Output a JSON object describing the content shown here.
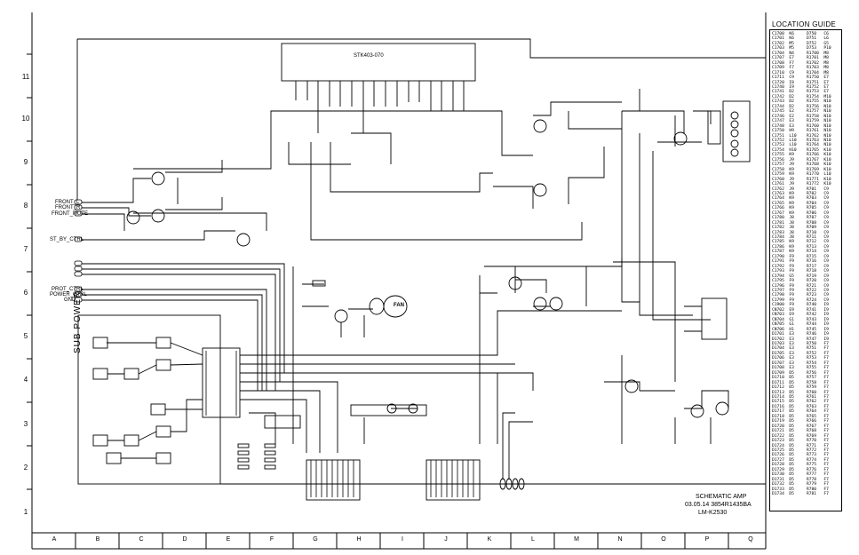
{
  "title_block": {
    "line1": "SCHEMATIC AMP",
    "line2": "03.05.14  3854R1435BA",
    "line3": "LM-K2530"
  },
  "ic_main": {
    "label": "STK403-070"
  },
  "sub_power": {
    "label": "SUB POWER"
  },
  "fan": {
    "label": "FAN"
  },
  "connectors": [
    "FRONT_L",
    "FRONT_R",
    "FRONT_MUTE",
    "ST_BY_CTRL",
    "PROT_CTRL",
    "POWER_CTRL",
    "GND"
  ],
  "row_labels": [
    "11",
    "10",
    "9",
    "8",
    "7",
    "6",
    "5",
    "4",
    "3",
    "2",
    "1"
  ],
  "col_labels": [
    "A",
    "B",
    "C",
    "D",
    "E",
    "F",
    "G",
    "H",
    "I",
    "J",
    "K",
    "L",
    "M",
    "N",
    "O",
    "P",
    "Q"
  ],
  "location_guide": {
    "title": "LOCATION  GUIDE",
    "col1": [
      "C1700  K6",
      "C1701  K6",
      "C1702  M5",
      "C1703  M5",
      "C1704  N4",
      "C1707  E7",
      "C1708  F7",
      "C1709  F7",
      "C1710  C9",
      "C1711  C9",
      "C1720  I8",
      "C1740  I9",
      "C1741  D2",
      "C1742  D2",
      "C1743  D2",
      "C1744  D2",
      "C1745  E2",
      "C1746  E2",
      "C1747  E3",
      "C1748  E3",
      "C1750  H9",
      "C1751  L10",
      "C1752  L10",
      "C1753  L10",
      "C1754  H10",
      "C1755  K9",
      "C1756  J9",
      "C1757  J9",
      "C1758  K9",
      "C1759  K9",
      "C1760  J9",
      "C1761  J9",
      "C1762  J9",
      "C1763  K9",
      "C1764  K9",
      "C1765  K9",
      "C1766  K9",
      "C1767  K9",
      "C1780  J8",
      "C1781  J8",
      "C1782  J8",
      "C1783  J8",
      "C1784  J8",
      "C1785  K9",
      "C1786  K9",
      "C1787  K9",
      "C1790  F9",
      "C1791  F9",
      "C1792  F9",
      "C1793  F9",
      "C1794  G5",
      "C1795  F9",
      "C1796  F9",
      "C1797  F9",
      "C1798  F9",
      "C1799  F9",
      "C1900  F9",
      "CN702  E9",
      "CN703  E9",
      "CN704  G1",
      "CN705  G1",
      "CN706  H1",
      "D1701  E3",
      "D1702  E3",
      "D1703  E3",
      "D1704  E3",
      "D1705  E3",
      "D1706  E3",
      "D1707  E3",
      "D1708  E3",
      "D1709  D5",
      "D1710  D5",
      "D1711  D5",
      "D1712  D5",
      "D1713  D5",
      "D1714  D5",
      "D1715  D5",
      "D1716  D5",
      "D1717  D5",
      "D1718  D5",
      "D1719  D5",
      "D1720  D5",
      "D1721  D5",
      "D1722  D5",
      "D1723  D5",
      "D1724  D5",
      "D1725  D5",
      "D1726  D5",
      "D1727  D5",
      "D1728  D5",
      "D1729  D5",
      "D1730  D5",
      "D1731  D5",
      "D1732  D5",
      "D1733  D5",
      "D1734  D5"
    ],
    "col2": [
      "D750   C6",
      "D751   L6",
      "D752   G5",
      "D753   P10",
      "R1700  M8",
      "R1701  M8",
      "R1702  M8",
      "R1703  M8",
      "R1704  M8",
      "R1750  E7",
      "R1751  E7",
      "R1752  E7",
      "R1753  E7",
      "R1754  M10",
      "R1755  N10",
      "R1756  N10",
      "R1757  N10",
      "R1758  N10",
      "R1759  N10",
      "R1760  N10",
      "R1761  N10",
      "R1762  N10",
      "R1763  N10",
      "R1764  N10",
      "R1765  K10",
      "R1766  K10",
      "R1767  K10",
      "R1768  K10",
      "R1769  K10",
      "R1770  L10",
      "R1771  K10",
      "R1772  K10",
      "R701   C9",
      "R702   C9",
      "R703   C9",
      "R704   C9",
      "R705   C9",
      "R706   C9",
      "R707   C9",
      "R708   C9",
      "R709   C9",
      "R710   C9",
      "R711   C9",
      "R712   C9",
      "R713   C9",
      "R714   C9",
      "R715   C9",
      "R716   C9",
      "R717   C9",
      "R718   C9",
      "R719   C9",
      "R720   C9",
      "R721   C9",
      "R722   C9",
      "R723   C9",
      "R724   C9",
      "R740   I9",
      "R741   I9",
      "R742   I9",
      "R743   I9",
      "R744   I9",
      "R745   I9",
      "R746   I9",
      "R747   I9",
      "R750   F7",
      "R751   F7",
      "R752   F7",
      "R753   F7",
      "R754   F7",
      "R755   F7",
      "R756   F7",
      "R757   F7",
      "R758   F7",
      "R759   F7",
      "R760   F7",
      "R761   F7",
      "R762   F7",
      "R763   F7",
      "R764   F7",
      "R765   F7",
      "R766   F7",
      "R767   F7",
      "R768   F7",
      "R769   F7",
      "R770   F7",
      "R771   F7",
      "R772   F7",
      "R773   F7",
      "R774   F7",
      "R775   F7",
      "R776   F7",
      "R777   F7",
      "R778   F7",
      "R779   F7",
      "R780   F7",
      "R781   F7"
    ]
  }
}
